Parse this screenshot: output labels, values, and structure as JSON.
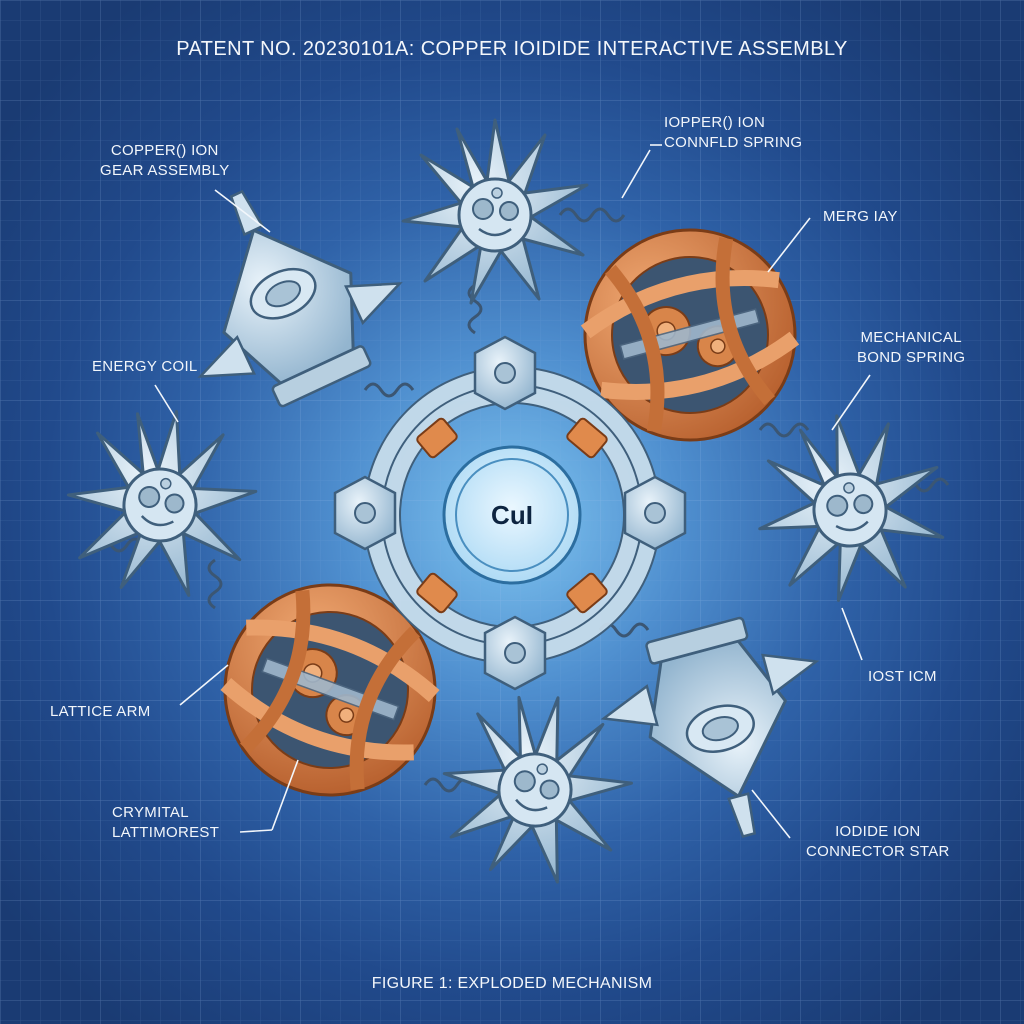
{
  "title": "PATENT NO. 20230101A: COPPER IOIDIDE INTERACTIVE ASSEMBLY",
  "caption": "FIGURE 1: EXPLODED MECHANISM",
  "center_label": "CuI",
  "labels": {
    "copper_gear": [
      "COPPER() ION",
      "GEAR ASSEMBLY"
    ],
    "ion_spring": [
      "IOPPER() ION",
      "CONNFLD SPRING"
    ],
    "merg": [
      "MERG IAY"
    ],
    "bond_spring": [
      "MECHANICAL",
      "BOND SPRING"
    ],
    "energy_coil": [
      "ENERGY COIL"
    ],
    "iost": [
      "IOST ICM"
    ],
    "lattice_arm": [
      "LATTICE ARM"
    ],
    "crystal": [
      "CRYMITAL",
      "LATTIMOREST"
    ],
    "iodide_star": [
      "IODIDE ION",
      "CONNECTOR STAR"
    ]
  },
  "colors": {
    "copper": "#d8854a",
    "copper_dark": "#a9572a",
    "steel": "#c6dbea",
    "steel_dark": "#5e7c97",
    "line": "#f2f6fb"
  }
}
